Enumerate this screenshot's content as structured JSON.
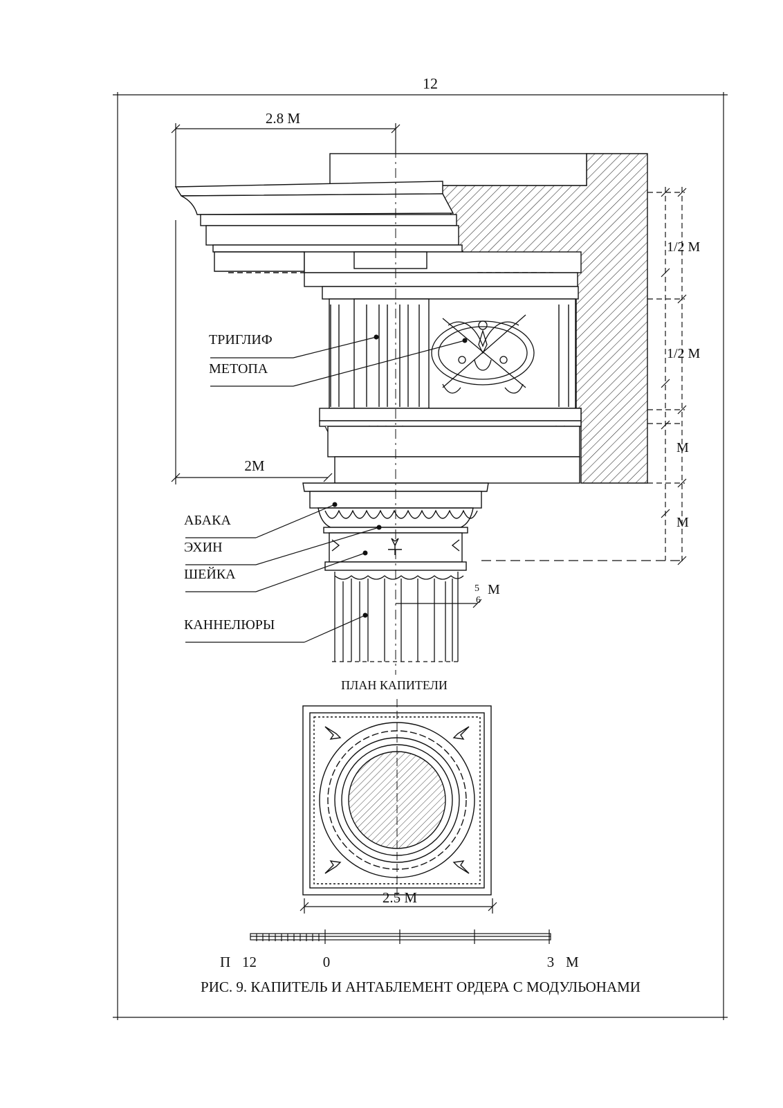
{
  "page_number": "12",
  "dimensions": {
    "top_width": "2.8 M",
    "cornice_projection": "2M",
    "right_1": "1/2 M",
    "right_2": "1/2 M",
    "right_3": "M",
    "right_4": "M",
    "shaft_label": "M",
    "shaft_fraction_num": "5",
    "shaft_fraction_den": "6",
    "plan_width": "2.5 M"
  },
  "labels": {
    "triglyph": "ТРИГЛИФ",
    "metope": "МЕТОПА",
    "abacus": "АБАКА",
    "echinus": "ЭХИН",
    "neck": "ШЕЙКА",
    "flutes": "КАННЕЛЮРЫ",
    "plan_title": "ПЛАН КАПИТЕЛИ"
  },
  "scale_bar": {
    "prefix": "П",
    "left_value": "12",
    "zero": "0",
    "right_value": "3",
    "unit": "М"
  },
  "caption": "РИС. 9. КАПИТЕЛЬ И АНТАБЛЕМЕНТ ОРДЕРА С МОДУЛЬОНАМИ"
}
